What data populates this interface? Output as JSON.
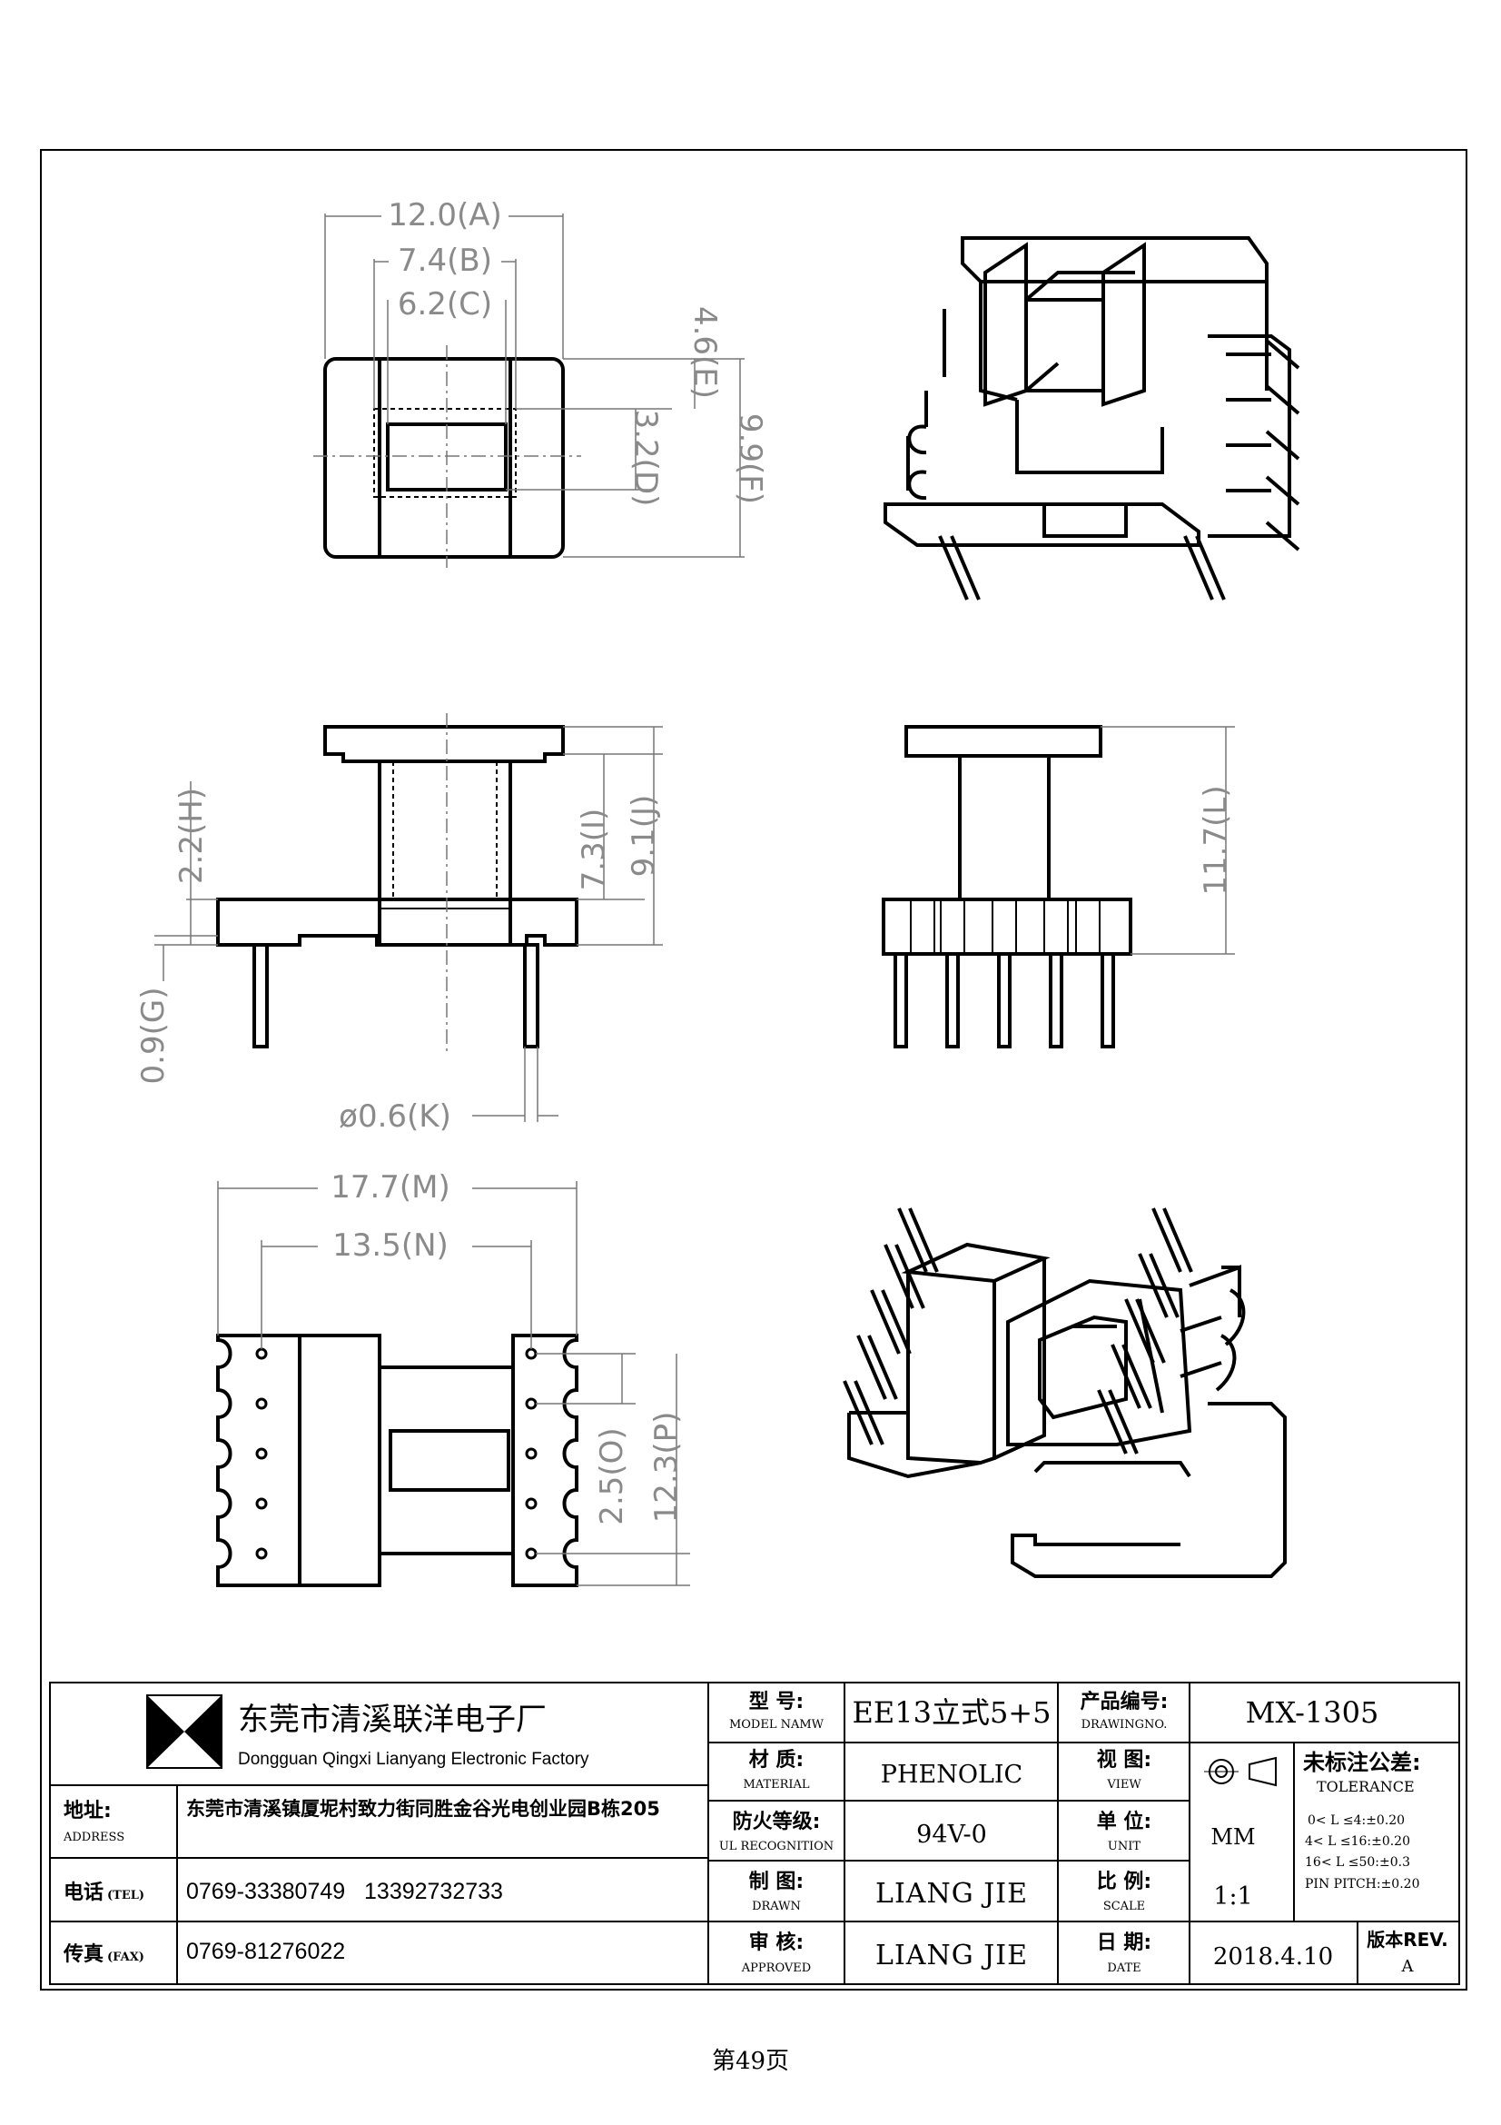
{
  "drawing": {
    "dimensions": {
      "A": "12.0(A)",
      "B": "7.4(B)",
      "C": "6.2(C)",
      "D": "3.2(D)",
      "E": "4.6(E)",
      "F": "9.9(F)",
      "G": "0.9(G)",
      "H": "2.2(H)",
      "I": "7.3(I)",
      "J": "9.1(J)",
      "K": "ø0.6(K)",
      "L": "11.7(L)",
      "M": "17.7(M)",
      "N": "13.5(N)",
      "O": "2.5(O)",
      "P": "12.3(P)"
    }
  },
  "title_block": {
    "company_cn": "东莞市清溪联洋电子厂",
    "company_en": "Dongguan Qingxi Lianyang Electronic Factory",
    "address_label_cn": "地址:",
    "address_label_en": "ADDRESS",
    "address_value": "东莞市清溪镇厦坭村致力街同胜金谷光电创业园B栋205",
    "tel_label_cn": "电话",
    "tel_label_en": "(TEL)",
    "tel_value": "0769-33380749   13392732733",
    "fax_label_cn": "传真",
    "fax_label_en": "(FAX)",
    "fax_value": "0769-81276022",
    "model_label_cn": "型 号:",
    "model_label_en": "MODEL NAMW",
    "model_value": "EE13立式5+5",
    "material_label_cn": "材 质:",
    "material_label_en": "MATERIAL",
    "material_value": "PHENOLIC",
    "ul_label_cn": "防火等级:",
    "ul_label_en": "UL RECOGNITION",
    "ul_value": "94V-0",
    "drawn_label_cn": "制 图:",
    "drawn_label_en": "DRAWN",
    "drawn_value": "LIANG JIE",
    "approved_label_cn": "审 核:",
    "approved_label_en": "APPROVED",
    "approved_value": "LIANG JIE",
    "drawing_no_label_cn": "产品编号:",
    "drawing_no_label_en": "DRAWINGNO.",
    "drawing_no_value": "MX-1305",
    "view_label_cn": "视 图:",
    "view_label_en": "VIEW",
    "unit_label_cn": "单 位:",
    "unit_label_en": "UNIT",
    "unit_value": "MM",
    "scale_label_cn": "比 例:",
    "scale_label_en": "SCALE",
    "scale_value": "1:1",
    "date_label_cn": "日 期:",
    "date_label_en": "DATE",
    "date_value": "2018.4.10",
    "tolerance_label_cn": "未标注公差:",
    "tolerance_label_en": "TOLERANCE",
    "tolerance_lines": [
      "0< L ≤4:±0.20",
      "4< L ≤16:±0.20",
      "16< L ≤50:±0.3",
      "PIN PITCH:±0.20"
    ],
    "rev_label": "版本REV.",
    "rev_value": "A"
  },
  "footer": {
    "page": "第49页"
  }
}
